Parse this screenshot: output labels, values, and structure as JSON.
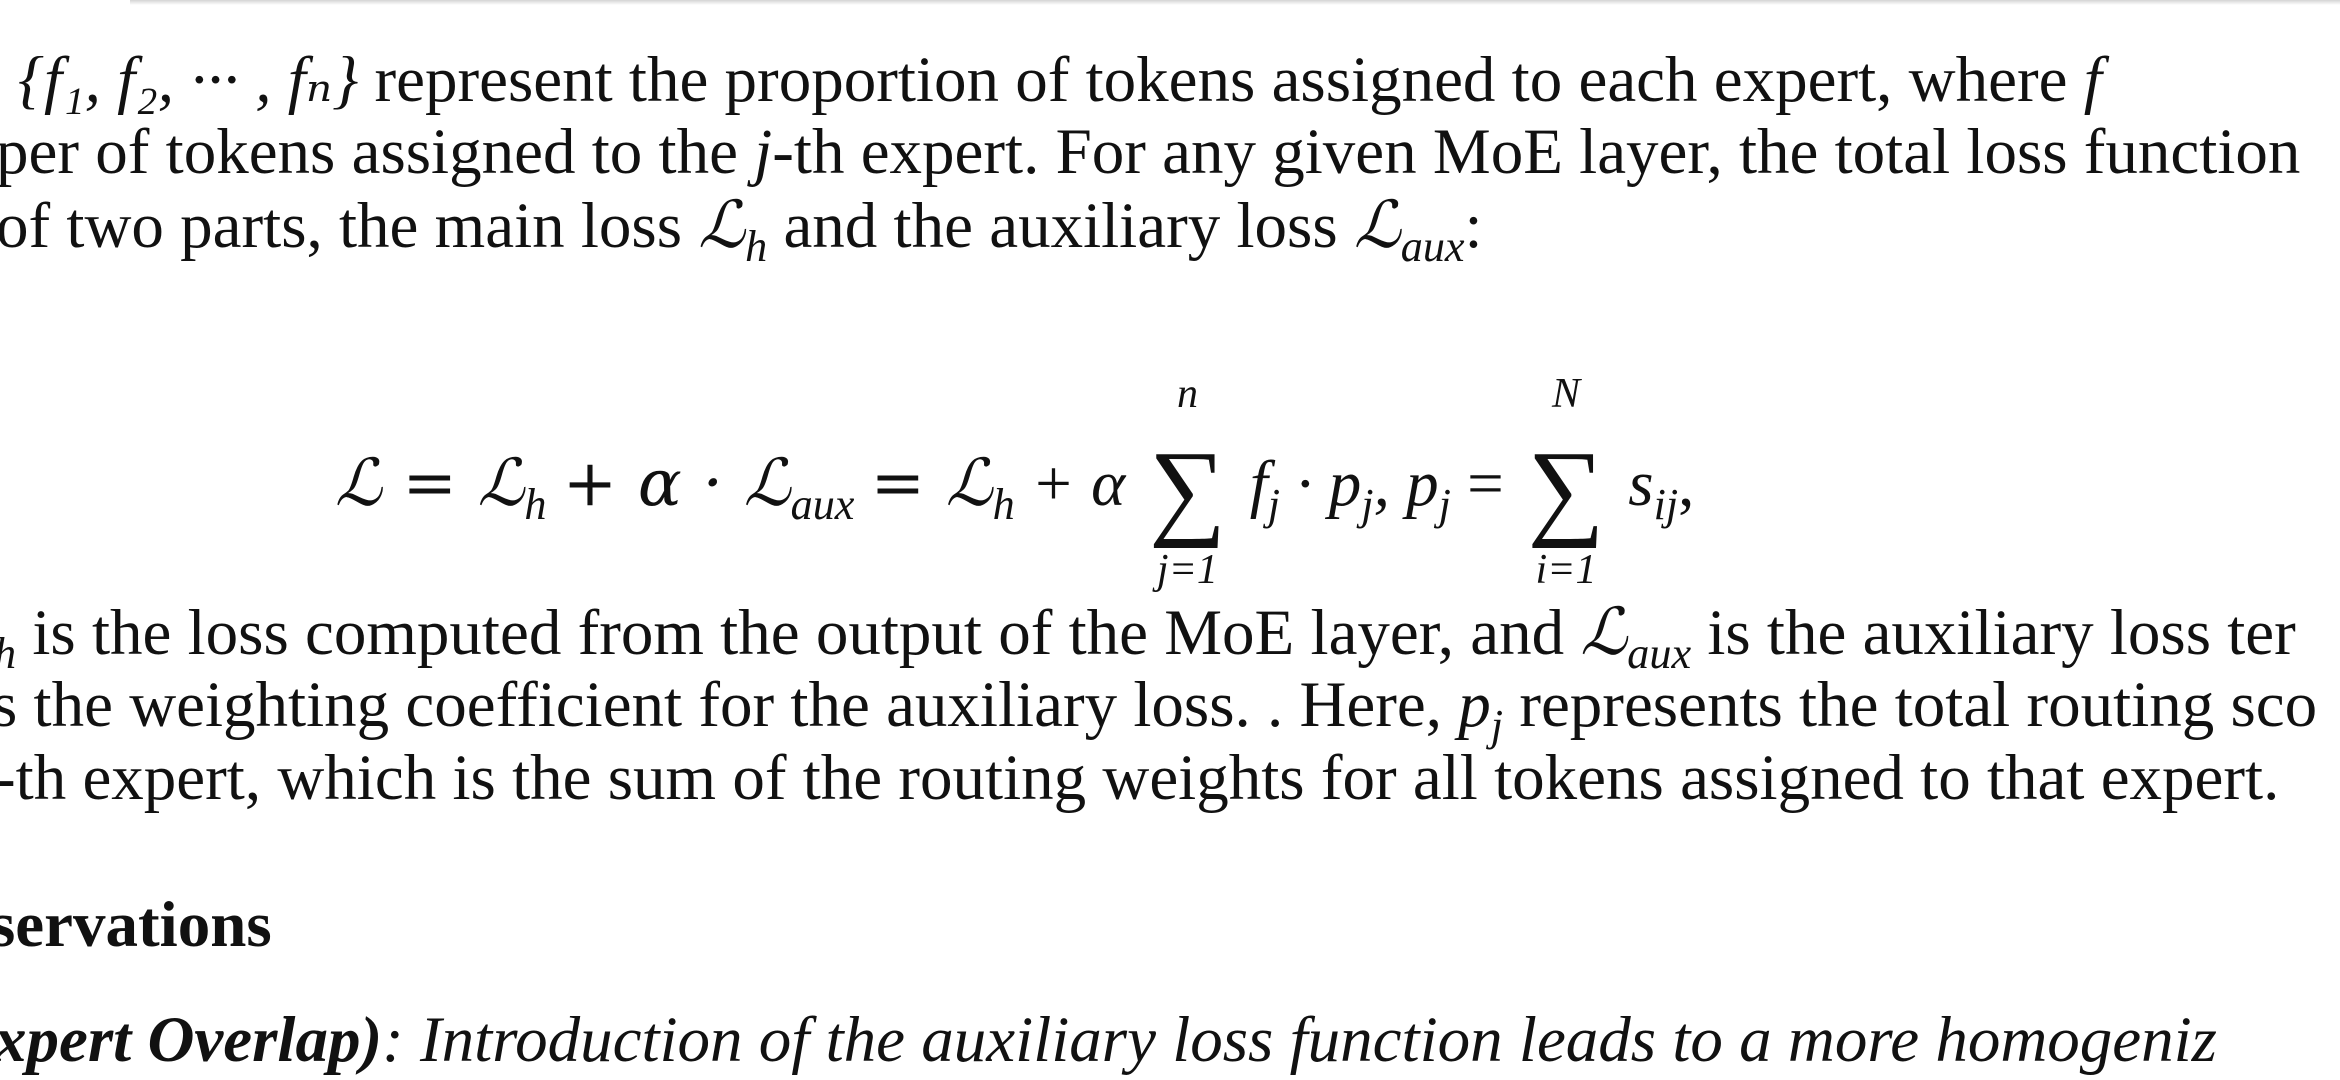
{
  "paragraph1": {
    "line1": {
      "set": "{f₁, f₂, ··· , fₙ}",
      "text": "represent the proportion of tokens assigned to each expert, where",
      "tail": "f"
    },
    "line2": {
      "before": "per of tokens assigned to the",
      "var": "j",
      "after": "-th expert. For any given MoE layer, the total loss function"
    },
    "line3": {
      "before": "of two parts, the main loss",
      "loss_main": "ℒ",
      "loss_main_sub": "h",
      "middle": "and the auxiliary loss",
      "loss_aux": "ℒ",
      "loss_aux_sub": "aux",
      "after": ":"
    }
  },
  "equation": {
    "part1": "ℒ = ℒ",
    "part1_sub": "h",
    "part2": "+ α · ℒ",
    "part2_sub": "aux",
    "part3": "= ℒ",
    "part3_sub": "h",
    "part4": "+ α",
    "sum1_top": "n",
    "sum1_bottom": "j=1",
    "sum_symbol": "∑",
    "part5": "f",
    "part5_sub": "j",
    "part6": "· p",
    "part6_sub": "j",
    "part7": ", p",
    "part7_sub": "j",
    "part8": "=",
    "sum2_top": "N",
    "sum2_bottom": "i=1",
    "part9": "s",
    "part9_sub": "ij",
    "part10": ","
  },
  "paragraph2": {
    "line1": {
      "lead_sub": "h",
      "before": "is the loss computed from the output of the MoE layer, and",
      "loss_aux": "ℒ",
      "loss_aux_sub": "aux",
      "after": "is the auxiliary loss ter"
    },
    "line2": {
      "before": "s the weighting coefficient for the auxiliary loss. . Here,",
      "var": "p",
      "var_sub": "j",
      "after": "represents the total routing sco"
    },
    "line3": {
      "text": "-th expert, which is the sum of the routing weights for all tokens assigned to that expert."
    }
  },
  "section_heading": "servations",
  "observation": {
    "bold_label": "xpert Overlap)",
    "text": ": Introduction of the auxiliary loss function leads to a more homogeniz"
  }
}
